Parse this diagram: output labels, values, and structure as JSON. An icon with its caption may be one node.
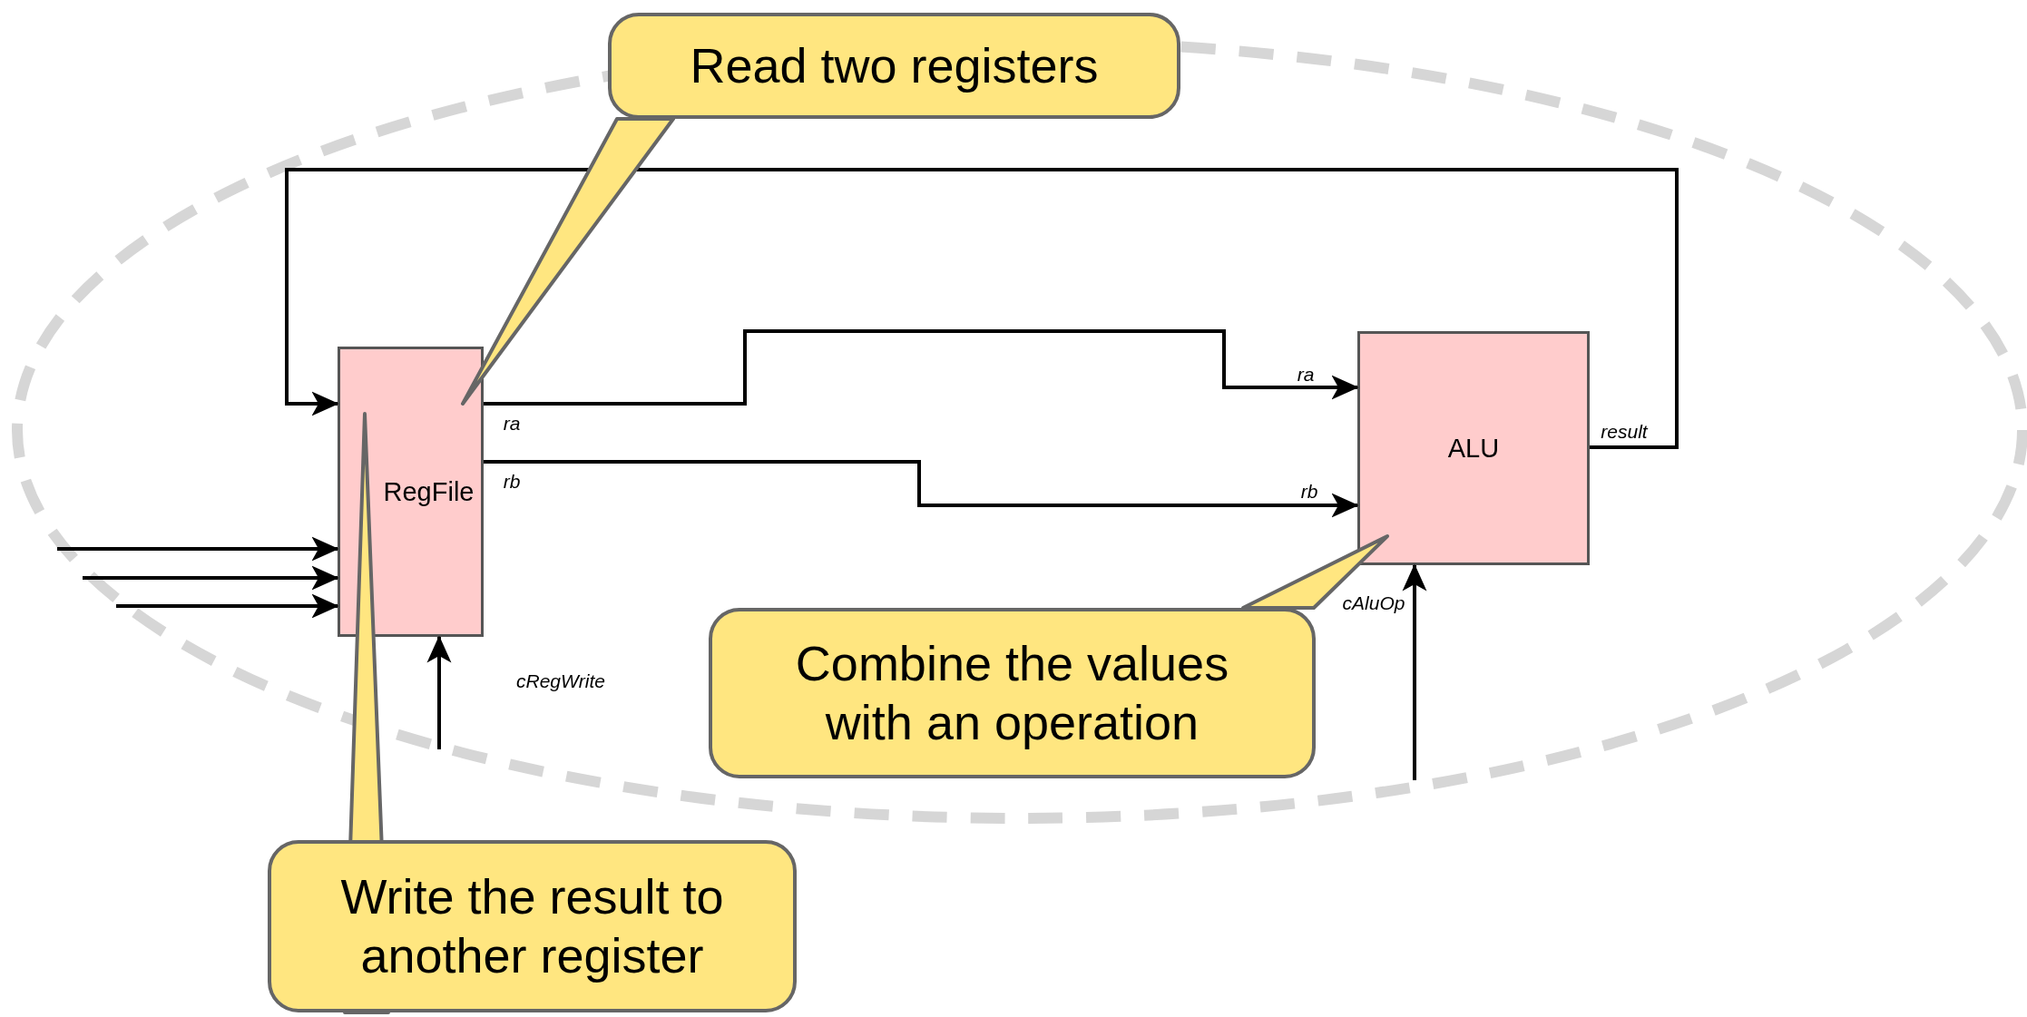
{
  "diagram": {
    "nodes": [
      {
        "text": [
          "Read two registers"
        ]
      },
      {
        "text": [
          "RegFile"
        ]
      },
      {
        "text": [
          "ALU"
        ]
      },
      {
        "text": [
          "Combine the values with an operation"
        ]
      },
      {
        "text": [
          "Write the result to another register"
        ]
      }
    ],
    "edges": [
      {
        "from": 2,
        "to": 1,
        "arrow": "to"
      },
      {
        "from": 1,
        "to": 2,
        "arrow": "to"
      },
      {
        "from": 1,
        "to": 2,
        "arrow": "to"
      },
      {
        "from": null,
        "to": 1,
        "arrow": "to"
      },
      {
        "from": null,
        "to": 1,
        "arrow": "to"
      },
      {
        "from": null,
        "to": 1,
        "arrow": "to"
      },
      {
        "from": null,
        "to": 1,
        "arrow": "to"
      },
      {
        "from": null,
        "to": 2,
        "arrow": "to"
      },
      {
        "from": 0,
        "to": 1,
        "arrow": "none"
      },
      {
        "from": 3,
        "to": 2,
        "arrow": "none"
      },
      {
        "from": 4,
        "to": 1,
        "arrow": "none"
      }
    ],
    "labels": [
      "ra",
      "rb",
      "cRegWrite",
      "ra",
      "rb",
      "result",
      "cAluOp"
    ]
  }
}
